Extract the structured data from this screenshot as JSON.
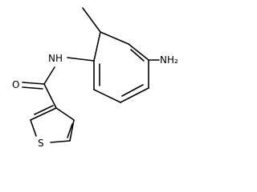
{
  "structure": {
    "atom_labels": {
      "amide_nh": "NH",
      "amine": "NH₂",
      "carbonyl_oxygen": "O",
      "thiophene_sulfur": "S"
    }
  }
}
